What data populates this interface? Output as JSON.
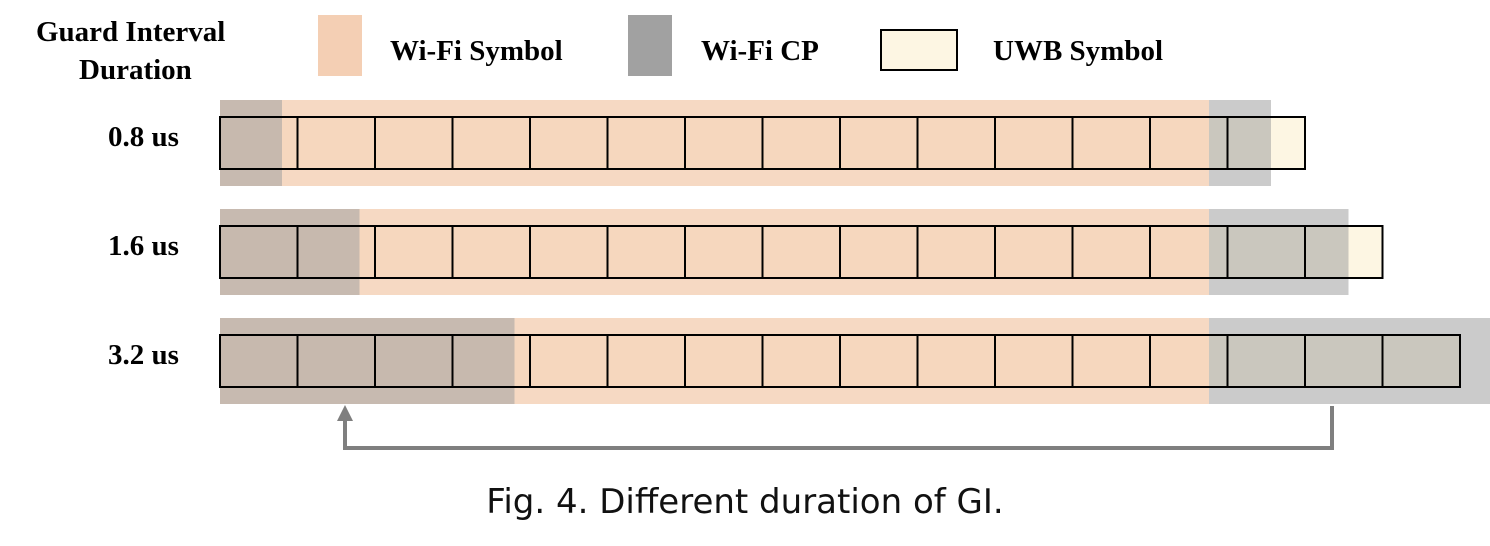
{
  "header": {
    "line1": "Guard Interval",
    "line2": "Duration"
  },
  "legend": {
    "wifi_symbol": {
      "label": "Wi-Fi Symbol",
      "color": "#f4cfb4"
    },
    "wifi_cp": {
      "label": "Wi-Fi CP",
      "color": "#a1a1a1"
    },
    "uwb_symbol": {
      "label": "UWB Symbol",
      "color": "#fdf6e3"
    }
  },
  "rows": [
    {
      "label": "0.8 us",
      "uwb_symbols": 14,
      "cp_symbols": 1
    },
    {
      "label": "1.6 us",
      "uwb_symbols": 15,
      "cp_symbols": 2
    },
    {
      "label": "3.2 us",
      "uwb_symbols": 16,
      "cp_symbols": 4
    }
  ],
  "caption": "Fig. 4.  Different duration of GI."
}
